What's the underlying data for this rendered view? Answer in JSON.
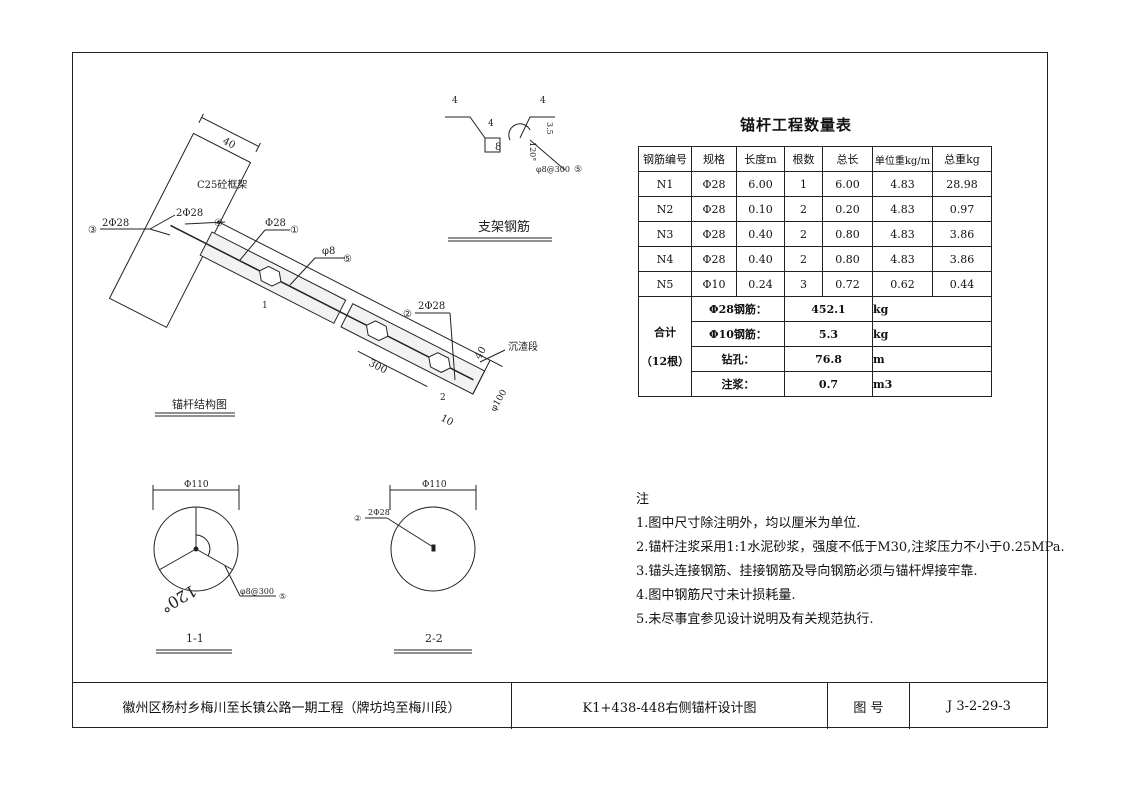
{
  "structure_drawing": {
    "title": "锚杆结构图",
    "frame_label": "C25砼框架",
    "dim_frame_width": "40",
    "label_n3": "③",
    "label_n3_spec": "2Φ28",
    "label_n4": "④",
    "label_n4_spec": "2Φ28",
    "label_n1": "①",
    "label_n1_spec": "Φ28",
    "label_n5": "⑤",
    "label_n5_spec": "φ8",
    "label_n2": "②",
    "label_n2_spec": "2Φ28",
    "dim_spacing": "300",
    "dim_end": "40",
    "dim_tip": "10",
    "dim_hole": "φ100",
    "sediment_label": "沉渣段",
    "section_mark_1": "1",
    "section_mark_2": "2"
  },
  "bracket_drawing": {
    "title": "支架钢筋",
    "dim_a": "4",
    "dim_b": "4",
    "dim_c": "4",
    "dim_d": "8",
    "dim_e": "3.5",
    "angle": "120°",
    "spec": "φ8@300",
    "label": "⑤"
  },
  "section_1": {
    "title": "1-1",
    "diameter": "Φ110",
    "angle": "120°",
    "spec": "φ8@300",
    "label": "⑤"
  },
  "section_2": {
    "title": "2-2",
    "diameter": "Φ110",
    "spec": "2Φ28",
    "label": "②"
  },
  "quantity_table": {
    "title": "锚杆工程数量表",
    "headers": [
      "钢筋编号",
      "规格",
      "长度m",
      "根数",
      "总长",
      "单位重kg/m",
      "总重kg"
    ],
    "rows": [
      [
        "N1",
        "Φ28",
        "6.00",
        "1",
        "6.00",
        "4.83",
        "28.98"
      ],
      [
        "N2",
        "Φ28",
        "0.10",
        "2",
        "0.20",
        "4.83",
        "0.97"
      ],
      [
        "N3",
        "Φ28",
        "0.40",
        "2",
        "0.80",
        "4.83",
        "3.86"
      ],
      [
        "N4",
        "Φ28",
        "0.40",
        "2",
        "0.80",
        "4.83",
        "3.86"
      ],
      [
        "N5",
        "Φ10",
        "0.24",
        "3",
        "0.72",
        "0.62",
        "0.44"
      ]
    ],
    "total_label": "合计",
    "total_count": "（12根）",
    "totals": [
      {
        "item": "Φ28钢筋：",
        "value": "452.1",
        "unit": "kg"
      },
      {
        "item": "Φ10钢筋：",
        "value": "5.3",
        "unit": "kg"
      },
      {
        "item": "钻孔：",
        "value": "76.8",
        "unit": "m"
      },
      {
        "item": "注浆：",
        "value": "0.7",
        "unit": "m3"
      }
    ]
  },
  "notes": {
    "heading": "注",
    "items": [
      "1.图中尺寸除注明外，均以厘米为单位.",
      "2.锚杆注浆采用1:1水泥砂浆，强度不低于M30,注浆压力不小于0.25MPa.",
      "3.锚头连接钢筋、挂接钢筋及导向钢筋必须与锚杆焊接牢靠.",
      "4.图中钢筋尺寸未计损耗量.",
      "5.未尽事宜参见设计说明及有关规范执行."
    ]
  },
  "title_block": {
    "project": "徽州区杨村乡梅川至长镇公路一期工程（牌坊坞至梅川段）",
    "drawing_name": "K1+438-448右侧锚杆设计图",
    "number_label": "图 号",
    "number": "J 3-2-29-3"
  }
}
